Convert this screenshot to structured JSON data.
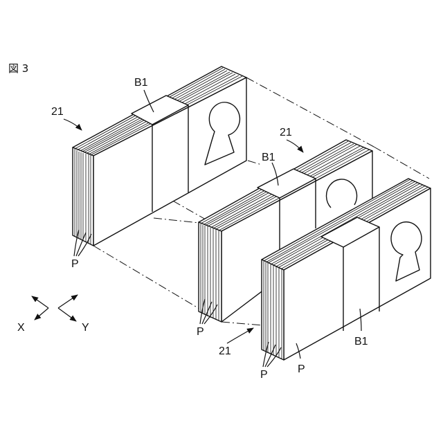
{
  "figure": {
    "title": "図 3",
    "labels": {
      "ref_21_a": "21",
      "ref_21_b": "21",
      "ref_21_c": "21",
      "b1_a": "B1",
      "b1_b": "B1",
      "b1_c": "B1",
      "p_a": "P",
      "p_b": "P",
      "p_c": "P",
      "p_face": "P",
      "axis_x": "X",
      "axis_y": "Y"
    }
  }
}
